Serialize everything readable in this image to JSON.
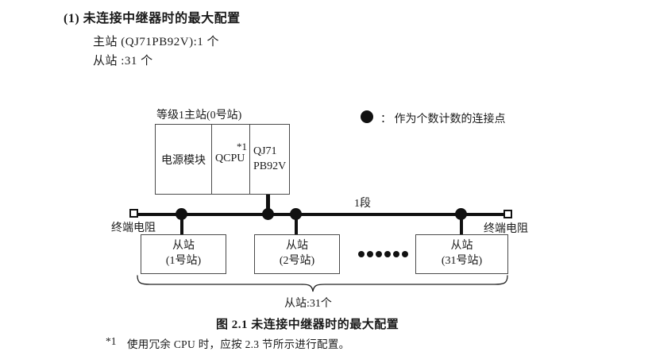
{
  "content": {
    "heading": "(1) 未连接中继器时的最大配置",
    "master_line": "主站 (QJ71PB92V):1 个",
    "slave_line": "从站 :31 个",
    "figure_caption": "图 2.1 未连接中继器时的最大配置",
    "footnote_marker": "*1",
    "footnote_text": "使用冗余 CPU 时，应按 2.3 节所示进行配置。"
  },
  "diagram": {
    "master_label": "等级1主站(0号站)",
    "master_unit": {
      "power_label": "电源模块",
      "cpu_label": "QCPU",
      "cpu_note": "*1",
      "pb_line1": "QJ71",
      "pb_line2": "PB92V"
    },
    "legend_label": "： 作为个数计数的连接点",
    "segment_label": "1段",
    "terminator_left_label": "终端电阻",
    "terminator_right_label": "终端电阻",
    "slaves": [
      {
        "name": "从站",
        "station": "(1号站)"
      },
      {
        "name": "从站",
        "station": "(2号站)"
      },
      {
        "name": "从站",
        "station": "(31号站)"
      }
    ],
    "ellipsis_dots": 6,
    "slave_count_label": "从站:31个"
  }
}
